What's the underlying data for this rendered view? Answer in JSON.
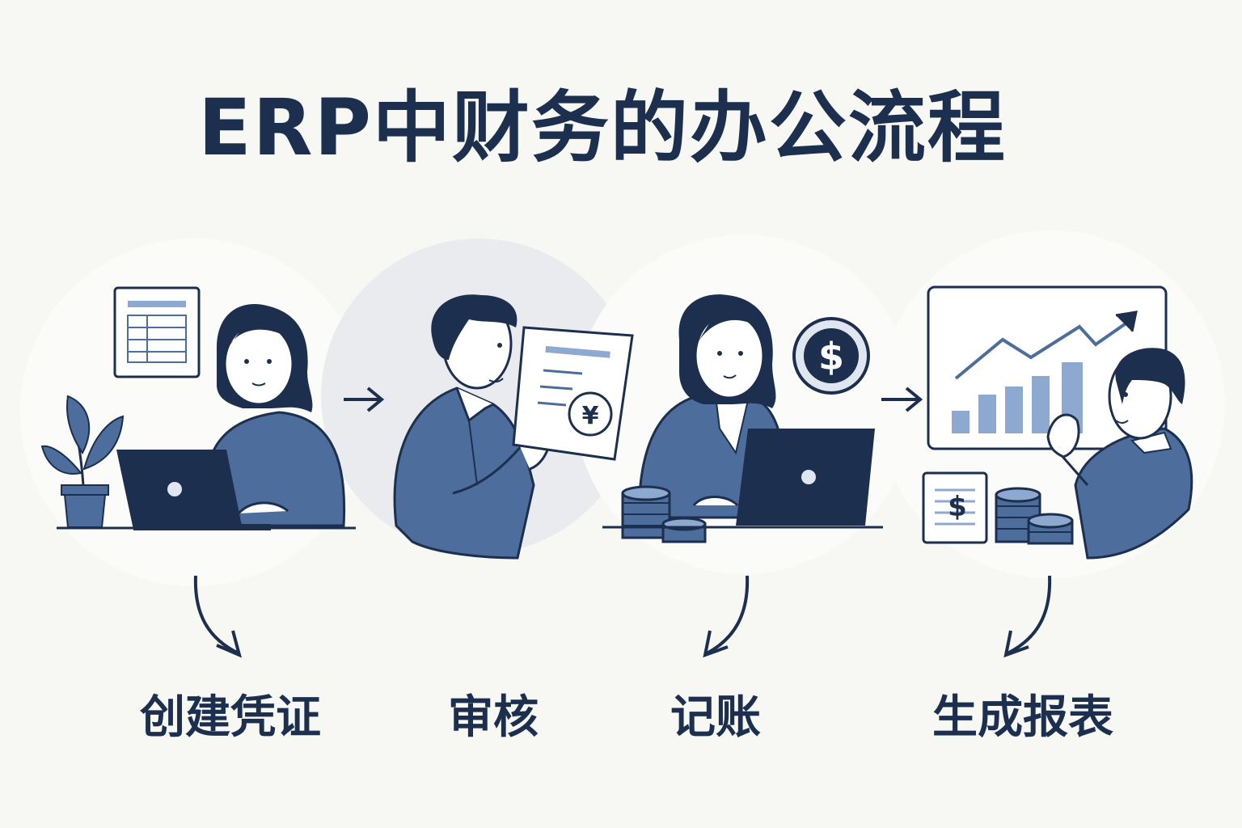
{
  "title": "ERP中财务的办公流程",
  "steps": [
    {
      "label": "创建凭证",
      "icon": "person-at-laptop-with-spreadsheet-icon"
    },
    {
      "label": "审核",
      "icon": "person-reviewing-document-icon"
    },
    {
      "label": "记账",
      "icon": "person-bookkeeping-with-coins-icon"
    },
    {
      "label": "生成报表",
      "icon": "person-presenting-chart-icon"
    }
  ],
  "symbols": {
    "yuan": "¥",
    "dollar": "$"
  },
  "colors": {
    "navy": "#1c2f4e",
    "mid_blue": "#4d6d9c",
    "light_blue": "#8ea9cf",
    "background": "#f7f7f4"
  }
}
